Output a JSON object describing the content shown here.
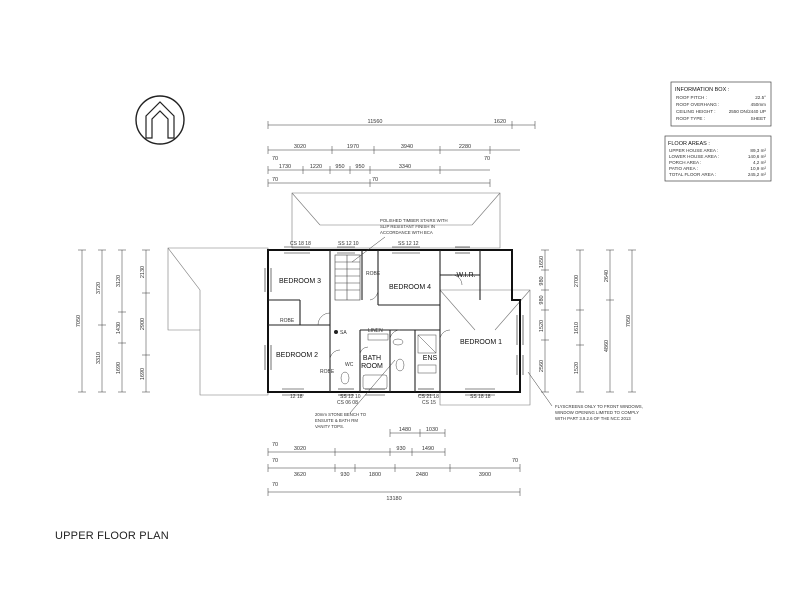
{
  "page_title": "UPPER FLOOR PLAN",
  "info_box": {
    "heading": "INFORMATION BOX :",
    "rows": [
      {
        "label": "ROOF PITCH :",
        "value": "22.5°"
      },
      {
        "label": "ROOF OVERHANG :",
        "value": "450mm"
      },
      {
        "label": "CEILING HEIGHT :",
        "value": "2550 DN/2440 UP"
      },
      {
        "label": "ROOF TYPE :",
        "value": "SHEET"
      }
    ]
  },
  "floor_areas": {
    "heading": "FLOOR AREAS :",
    "rows": [
      {
        "label": "UPPER HOUSE AREA :",
        "value": "89,3 m²"
      },
      {
        "label": "LOWER HOUSE AREA :",
        "value": "140,6 m²"
      },
      {
        "label": "PORCH AREA :",
        "value": "4,2 m²"
      },
      {
        "label": "PATIO AREA :",
        "value": "10,9 m²"
      },
      {
        "label": "TOTAL FLOOR AREA :",
        "value": "245,2 m²"
      }
    ]
  },
  "rooms": {
    "bedroom3": "BEDROOM 3",
    "bedroom4": "BEDROOM 4",
    "bedroom2": "BEDROOM 2",
    "bedroom1": "BEDROOM 1",
    "bath": "BATH",
    "bath2": "ROOM",
    "ens": "ENS",
    "wir": "W.I.R.",
    "linen": "LINEN",
    "robe1": "ROBE",
    "robe2": "ROBE",
    "robe3": "ROBE",
    "wc": "WC"
  },
  "notes": {
    "stairs": [
      "POLISHED TIMBER STAIRS WITH",
      "SLIP RESISTANT FINISH IN",
      "ACCORDANCE WITH BCA"
    ],
    "bench": [
      "20mm STONE BENCH TO",
      "ENSUITE & BATH RM",
      "VANITY TOPS."
    ],
    "flyscreen": [
      "FLYSCREENS ONLY TO FRONT WINDOWS,",
      "WINDOW OPENING LIMITED TO COMPLY",
      "WITH PART 3.9.2.6 OF THE NCC 2013"
    ]
  },
  "top_dims": {
    "overall": "11560",
    "overall_right": "1620",
    "row2": [
      "3020",
      "1970",
      "3940",
      "2280"
    ],
    "row3": [
      "1730",
      "1220",
      "950",
      "950",
      "3340"
    ],
    "small": "70"
  },
  "bottom_dims": {
    "row1": [
      "1480",
      "1030"
    ],
    "row2": [
      "3020",
      "930",
      "1490"
    ],
    "row3": [
      "3620",
      "930",
      "1800",
      "2480",
      "3900"
    ],
    "overall": "13180"
  },
  "left_dims": {
    "outer": "7050",
    "col2": [
      "3720",
      "3310"
    ],
    "col3": [
      "3120",
      "1430",
      "1690"
    ],
    "col4": [
      "2130",
      "2900",
      "1690"
    ]
  },
  "right_dims": {
    "outer": "7050",
    "col1": [
      "2640",
      "4860"
    ],
    "col2": [
      "2700",
      "1610",
      "1520"
    ],
    "col3": [
      "1650",
      "980",
      "980",
      "1520",
      "2560"
    ]
  },
  "window_labels": {
    "w1": "CS 18 18",
    "w2": "SS 12 10",
    "w3": "SS 12 12",
    "w4": "12 18",
    "w5": "SS 12 10",
    "w6": "SS 18 18",
    "w7": "CS 06 08",
    "w8": "CS 15",
    "w9": "CS 21 18",
    "smoke": "SA"
  }
}
